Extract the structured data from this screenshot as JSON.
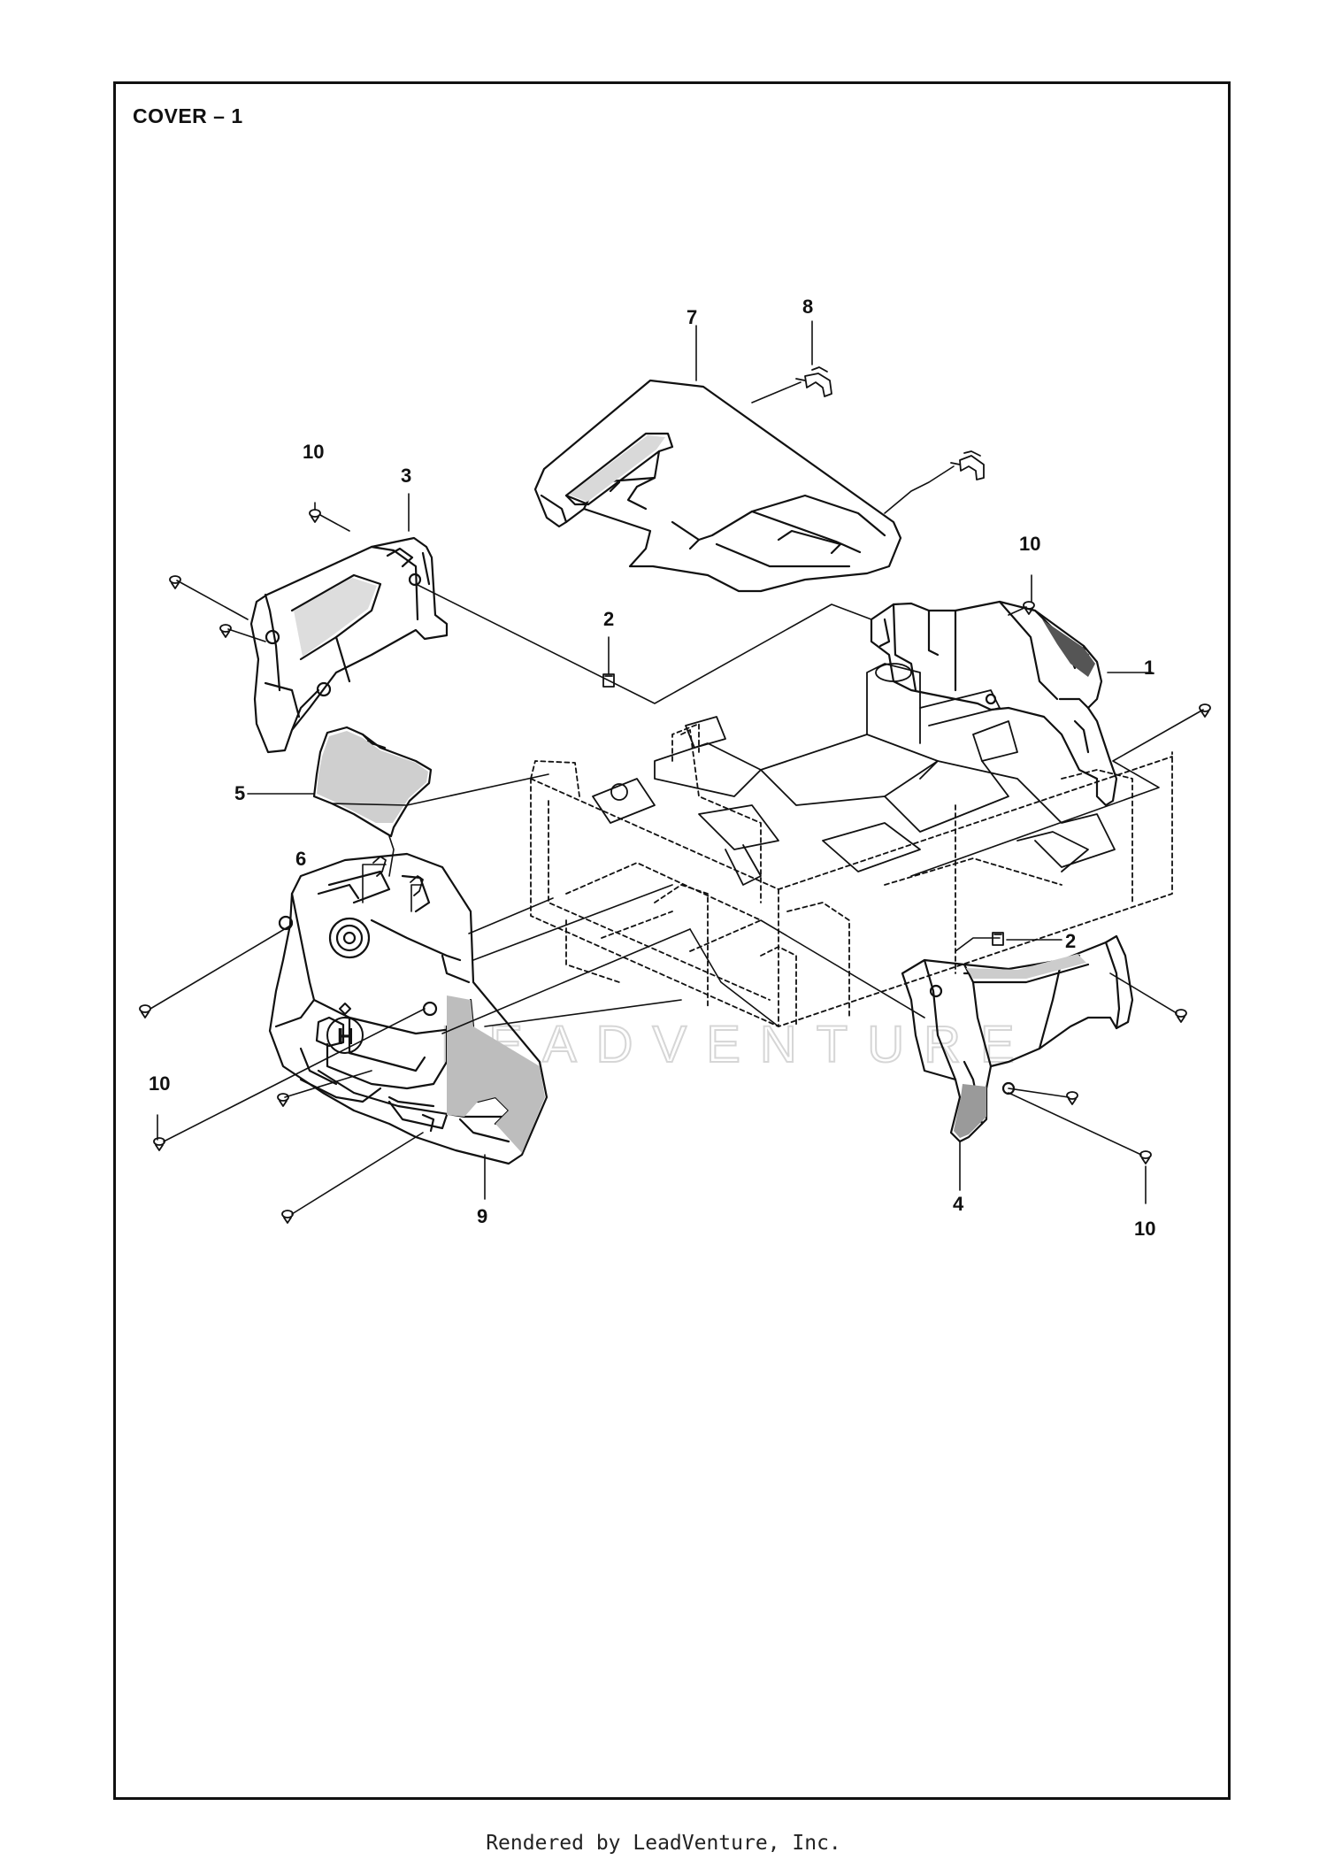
{
  "title": "COVER – 1",
  "footer": "Rendered by LeadVenture, Inc.",
  "watermark": "LEADVENTURE",
  "emblem_letter": "H",
  "callouts": [
    {
      "label": "7"
    },
    {
      "label": "8"
    },
    {
      "label": "10"
    },
    {
      "label": "3"
    },
    {
      "label": "10"
    },
    {
      "label": "2"
    },
    {
      "label": "1"
    },
    {
      "label": "5"
    },
    {
      "label": "6"
    },
    {
      "label": "2"
    },
    {
      "label": "10"
    },
    {
      "label": "9"
    },
    {
      "label": "4"
    },
    {
      "label": "10"
    }
  ],
  "colors": {
    "line": "#111111",
    "shade": "#9a9a9a",
    "light": "#e2e2e2"
  }
}
